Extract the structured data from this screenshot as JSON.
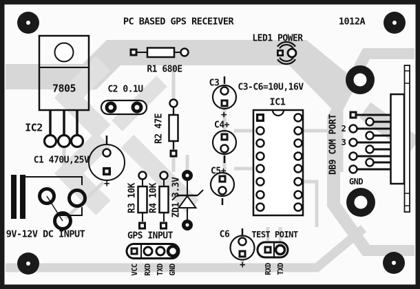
{
  "board": {
    "title": "PC BASED GPS RECEIVER",
    "code": "1012A"
  },
  "colors": {
    "silk": "#111111",
    "trace_gray": "#d7d7d7",
    "watermark_gray": "#e0e0e0",
    "board_bg": "#fbfbfb"
  },
  "marks": {
    "plus": "+"
  },
  "components": {
    "ic2": {
      "ref": "IC2",
      "part": "7805"
    },
    "c1": {
      "label": "C1 470U,25V"
    },
    "c2": {
      "label": "C2 0.1U"
    },
    "r1": {
      "label": "R1 680E"
    },
    "r2": {
      "label": "R2 47E"
    },
    "r3": {
      "label": "R3 10K"
    },
    "r4": {
      "label": "R4 10K"
    },
    "zd1": {
      "label": "ZD1 3.3V"
    },
    "led1": {
      "label": "LED1 POWER"
    },
    "c3": {
      "label": "C3"
    },
    "c4": {
      "label": "C4+"
    },
    "c5": {
      "label": "C5+"
    },
    "c6": {
      "label": "C6"
    },
    "cap_note": "C3-C6=10U,16V",
    "ic1": {
      "ref": "IC1"
    }
  },
  "connectors": {
    "dc_input": {
      "label": "9V-12V DC INPUT"
    },
    "gps_input": {
      "label": "GPS INPUT",
      "pins": [
        "VCC",
        "RXD",
        "TXD",
        "GND"
      ]
    },
    "test_point": {
      "label": "TEST POINT",
      "pins": [
        "RXD",
        "TXD"
      ]
    },
    "db9": {
      "label": "DB9 COM PORT",
      "pin_labels": [
        "2",
        "3"
      ],
      "gnd": "GND"
    }
  }
}
